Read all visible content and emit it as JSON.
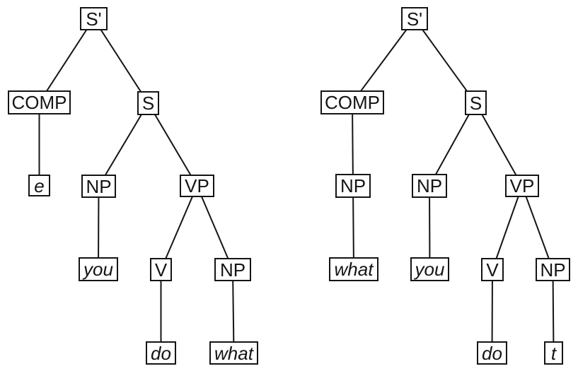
{
  "figure": {
    "type": "syntax-tree-diagrams",
    "background_color": "#ffffff",
    "line_color": "#141414",
    "trees": [
      {
        "id": "left",
        "nodes": {
          "sbar": "S'",
          "comp": "COMP",
          "s": "S",
          "e": "e",
          "np_subj": "NP",
          "vp": "VP",
          "you": "you",
          "v": "V",
          "np_obj": "NP",
          "do": "do",
          "what": "what"
        },
        "leaves": [
          "e",
          "you",
          "do",
          "what"
        ],
        "edges": [
          [
            "sbar",
            "comp"
          ],
          [
            "sbar",
            "s"
          ],
          [
            "comp",
            "e"
          ],
          [
            "s",
            "np_subj"
          ],
          [
            "s",
            "vp"
          ],
          [
            "np_subj",
            "you"
          ],
          [
            "vp",
            "v"
          ],
          [
            "vp",
            "np_obj"
          ],
          [
            "v",
            "do"
          ],
          [
            "np_obj",
            "what"
          ]
        ]
      },
      {
        "id": "right",
        "nodes": {
          "sbar": "S'",
          "comp": "COMP",
          "s": "S",
          "np_comp": "NP",
          "np_subj": "NP",
          "vp": "VP",
          "what": "what",
          "you": "you",
          "v": "V",
          "np_obj": "NP",
          "do": "do",
          "t": "t"
        },
        "leaves": [
          "what",
          "you",
          "do",
          "t"
        ],
        "edges": [
          [
            "sbar",
            "comp"
          ],
          [
            "sbar",
            "s"
          ],
          [
            "comp",
            "np_comp"
          ],
          [
            "s",
            "np_subj"
          ],
          [
            "s",
            "vp"
          ],
          [
            "np_comp",
            "what"
          ],
          [
            "np_subj",
            "you"
          ],
          [
            "vp",
            "v"
          ],
          [
            "vp",
            "np_obj"
          ],
          [
            "v",
            "do"
          ],
          [
            "np_obj",
            "t"
          ]
        ]
      }
    ]
  }
}
